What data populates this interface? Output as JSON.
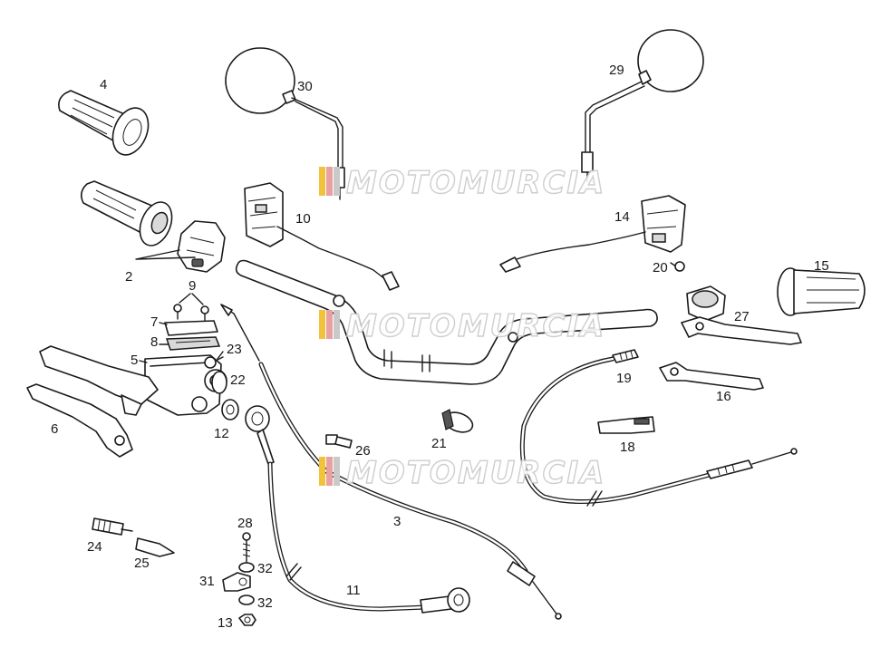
{
  "watermark": {
    "text": "MOTOMURCIA",
    "colors": [
      "#f2c23a",
      "#e8a0a0",
      "#c9c9c9"
    ]
  },
  "part_labels": {
    "p2": "2",
    "p3": "3",
    "p4": "4",
    "p5": "5",
    "p6": "6",
    "p7": "7",
    "p8": "8",
    "p9": "9",
    "p10": "10",
    "p11": "11",
    "p12": "12",
    "p13": "13",
    "p14": "14",
    "p15": "15",
    "p16": "16",
    "p18": "18",
    "p19": "19",
    "p20": "20",
    "p21": "21",
    "p22": "22",
    "p23": "23",
    "p24": "24",
    "p25": "25",
    "p26": "26",
    "p27": "27",
    "p28": "28",
    "p29": "29",
    "p30": "30",
    "p31": "31",
    "p32a": "32",
    "p32b": "32"
  }
}
